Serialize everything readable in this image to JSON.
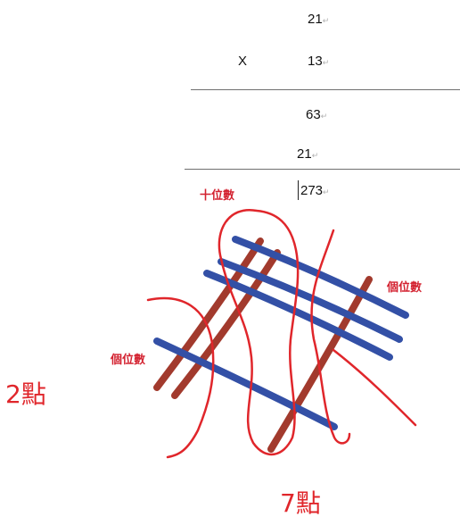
{
  "multiplication": {
    "multiplicand": "21",
    "operator": "X",
    "multiplier": "13",
    "partial_product_1": "63",
    "partial_product_2": "21",
    "product": "273",
    "paragraph_mark": "↵"
  },
  "labels": {
    "tens_digit": "十位數",
    "ones_digit_right": "個位數",
    "ones_digit_left": "個位數"
  },
  "points": {
    "left": "2點",
    "bottom": "7點"
  },
  "colors": {
    "red": "#e0262b",
    "blue": "#3350a6",
    "brown": "#a23a2d",
    "label_red": "#d3212f"
  }
}
